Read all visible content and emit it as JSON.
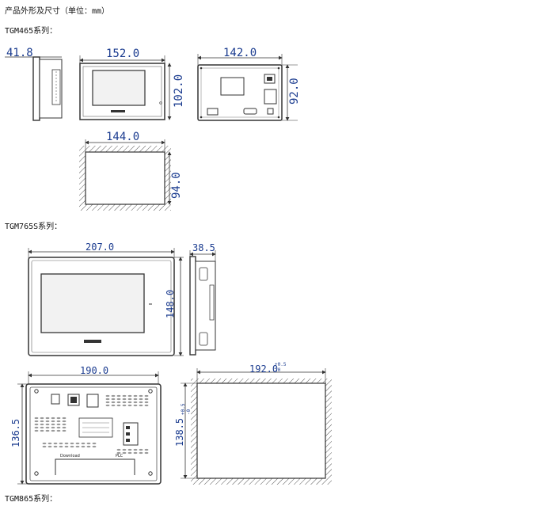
{
  "heading": "产品外形及尺寸（单位：mm）",
  "sections": [
    {
      "title": "TGM465系列：",
      "dims": {
        "side_depth": "41.8",
        "front_width": "152.0",
        "front_height": "102.0",
        "back_width": "142.0",
        "back_height": "92.0",
        "cutout_width": "144.0",
        "cutout_height": "94.0"
      }
    },
    {
      "title": "TGM765S系列：",
      "dims": {
        "front_width": "207.0",
        "front_height": "148.0",
        "side_depth": "38.5",
        "back_width": "190.0",
        "back_height": "136.5",
        "cutout_width": "192.0",
        "cutout_width_tol_upper": "+0.5",
        "cutout_width_tol_lower": "-0",
        "cutout_height": "138.5",
        "cutout_height_tol_upper": "+0.5",
        "cutout_height_tol_lower": "-0",
        "back_label_left": "Download",
        "back_label_right": "PLC"
      }
    },
    {
      "title": "TGM865系列："
    }
  ],
  "colors": {
    "dimension_text": "#1a3b8f",
    "lines": "#333333",
    "screen": "#f2f2f2"
  }
}
